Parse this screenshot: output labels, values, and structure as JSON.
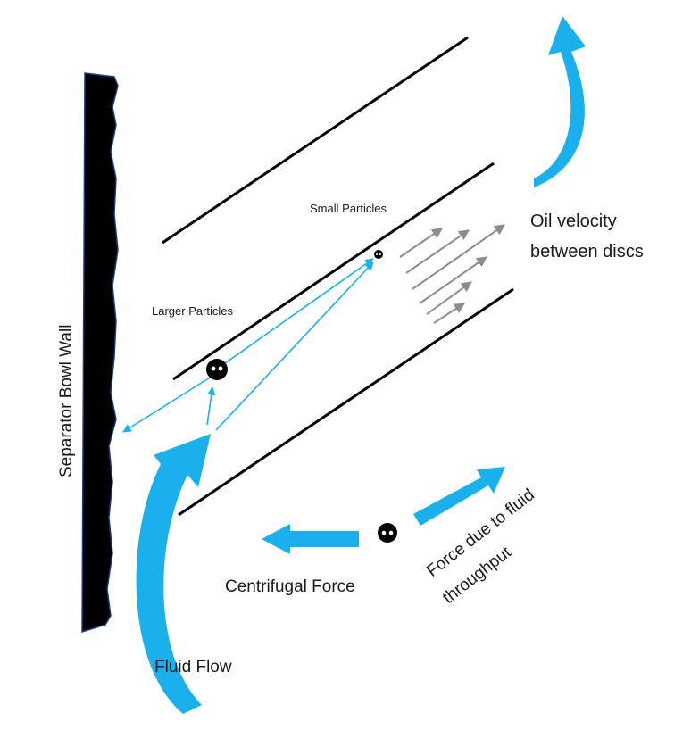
{
  "labels": {
    "separator_bowl_wall": "Separator Bowl Wall",
    "small_particles": "Small Particles",
    "larger_particles": "Larger Particles",
    "oil_velocity_line1": "Oil velocity",
    "oil_velocity_line2": "between discs",
    "centrifugal_force": "Centrifugal Force",
    "force_fluid_line1": "Force due to fluid",
    "force_fluid_line2": "throughput",
    "fluid_flow": "Fluid Flow"
  },
  "colors": {
    "accent_blue": "#1ab0ec",
    "arrow_gray": "#8c8c8c",
    "line_black": "#000000"
  }
}
